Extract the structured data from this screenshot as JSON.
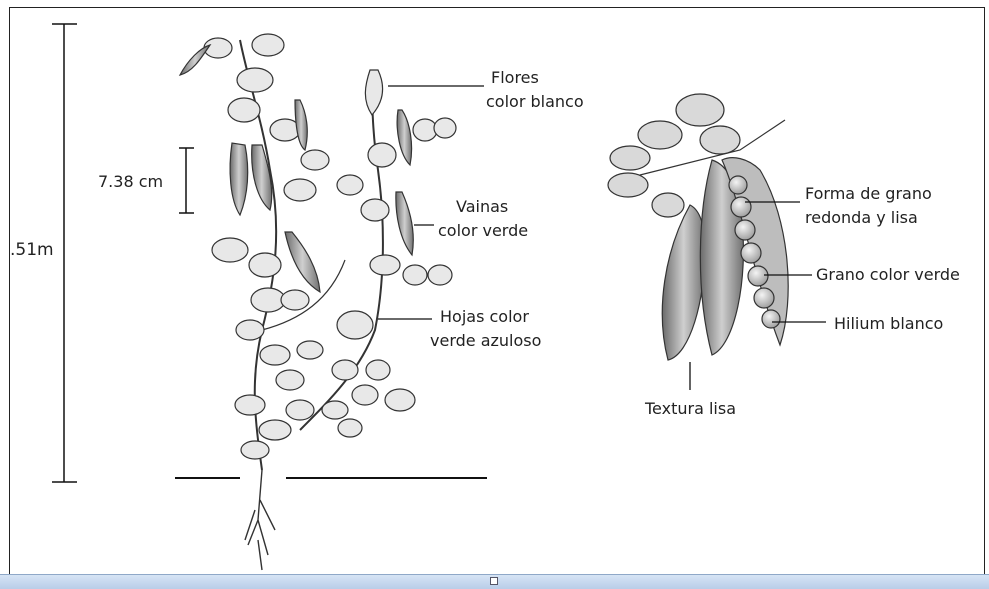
{
  "labels": {
    "total_height": ".51m",
    "pod_length": "7.38 cm",
    "flowers": [
      "Flores",
      "color blanco"
    ],
    "pods": [
      "Vainas",
      "color verde"
    ],
    "leaves": [
      "Hojas color",
      "verde azuloso"
    ],
    "grain_shape": [
      "Forma de grano",
      "redonda y lisa"
    ],
    "grain_color": "Grano color verde",
    "hilium": "Hilium blanco",
    "texture": "Textura lisa"
  }
}
